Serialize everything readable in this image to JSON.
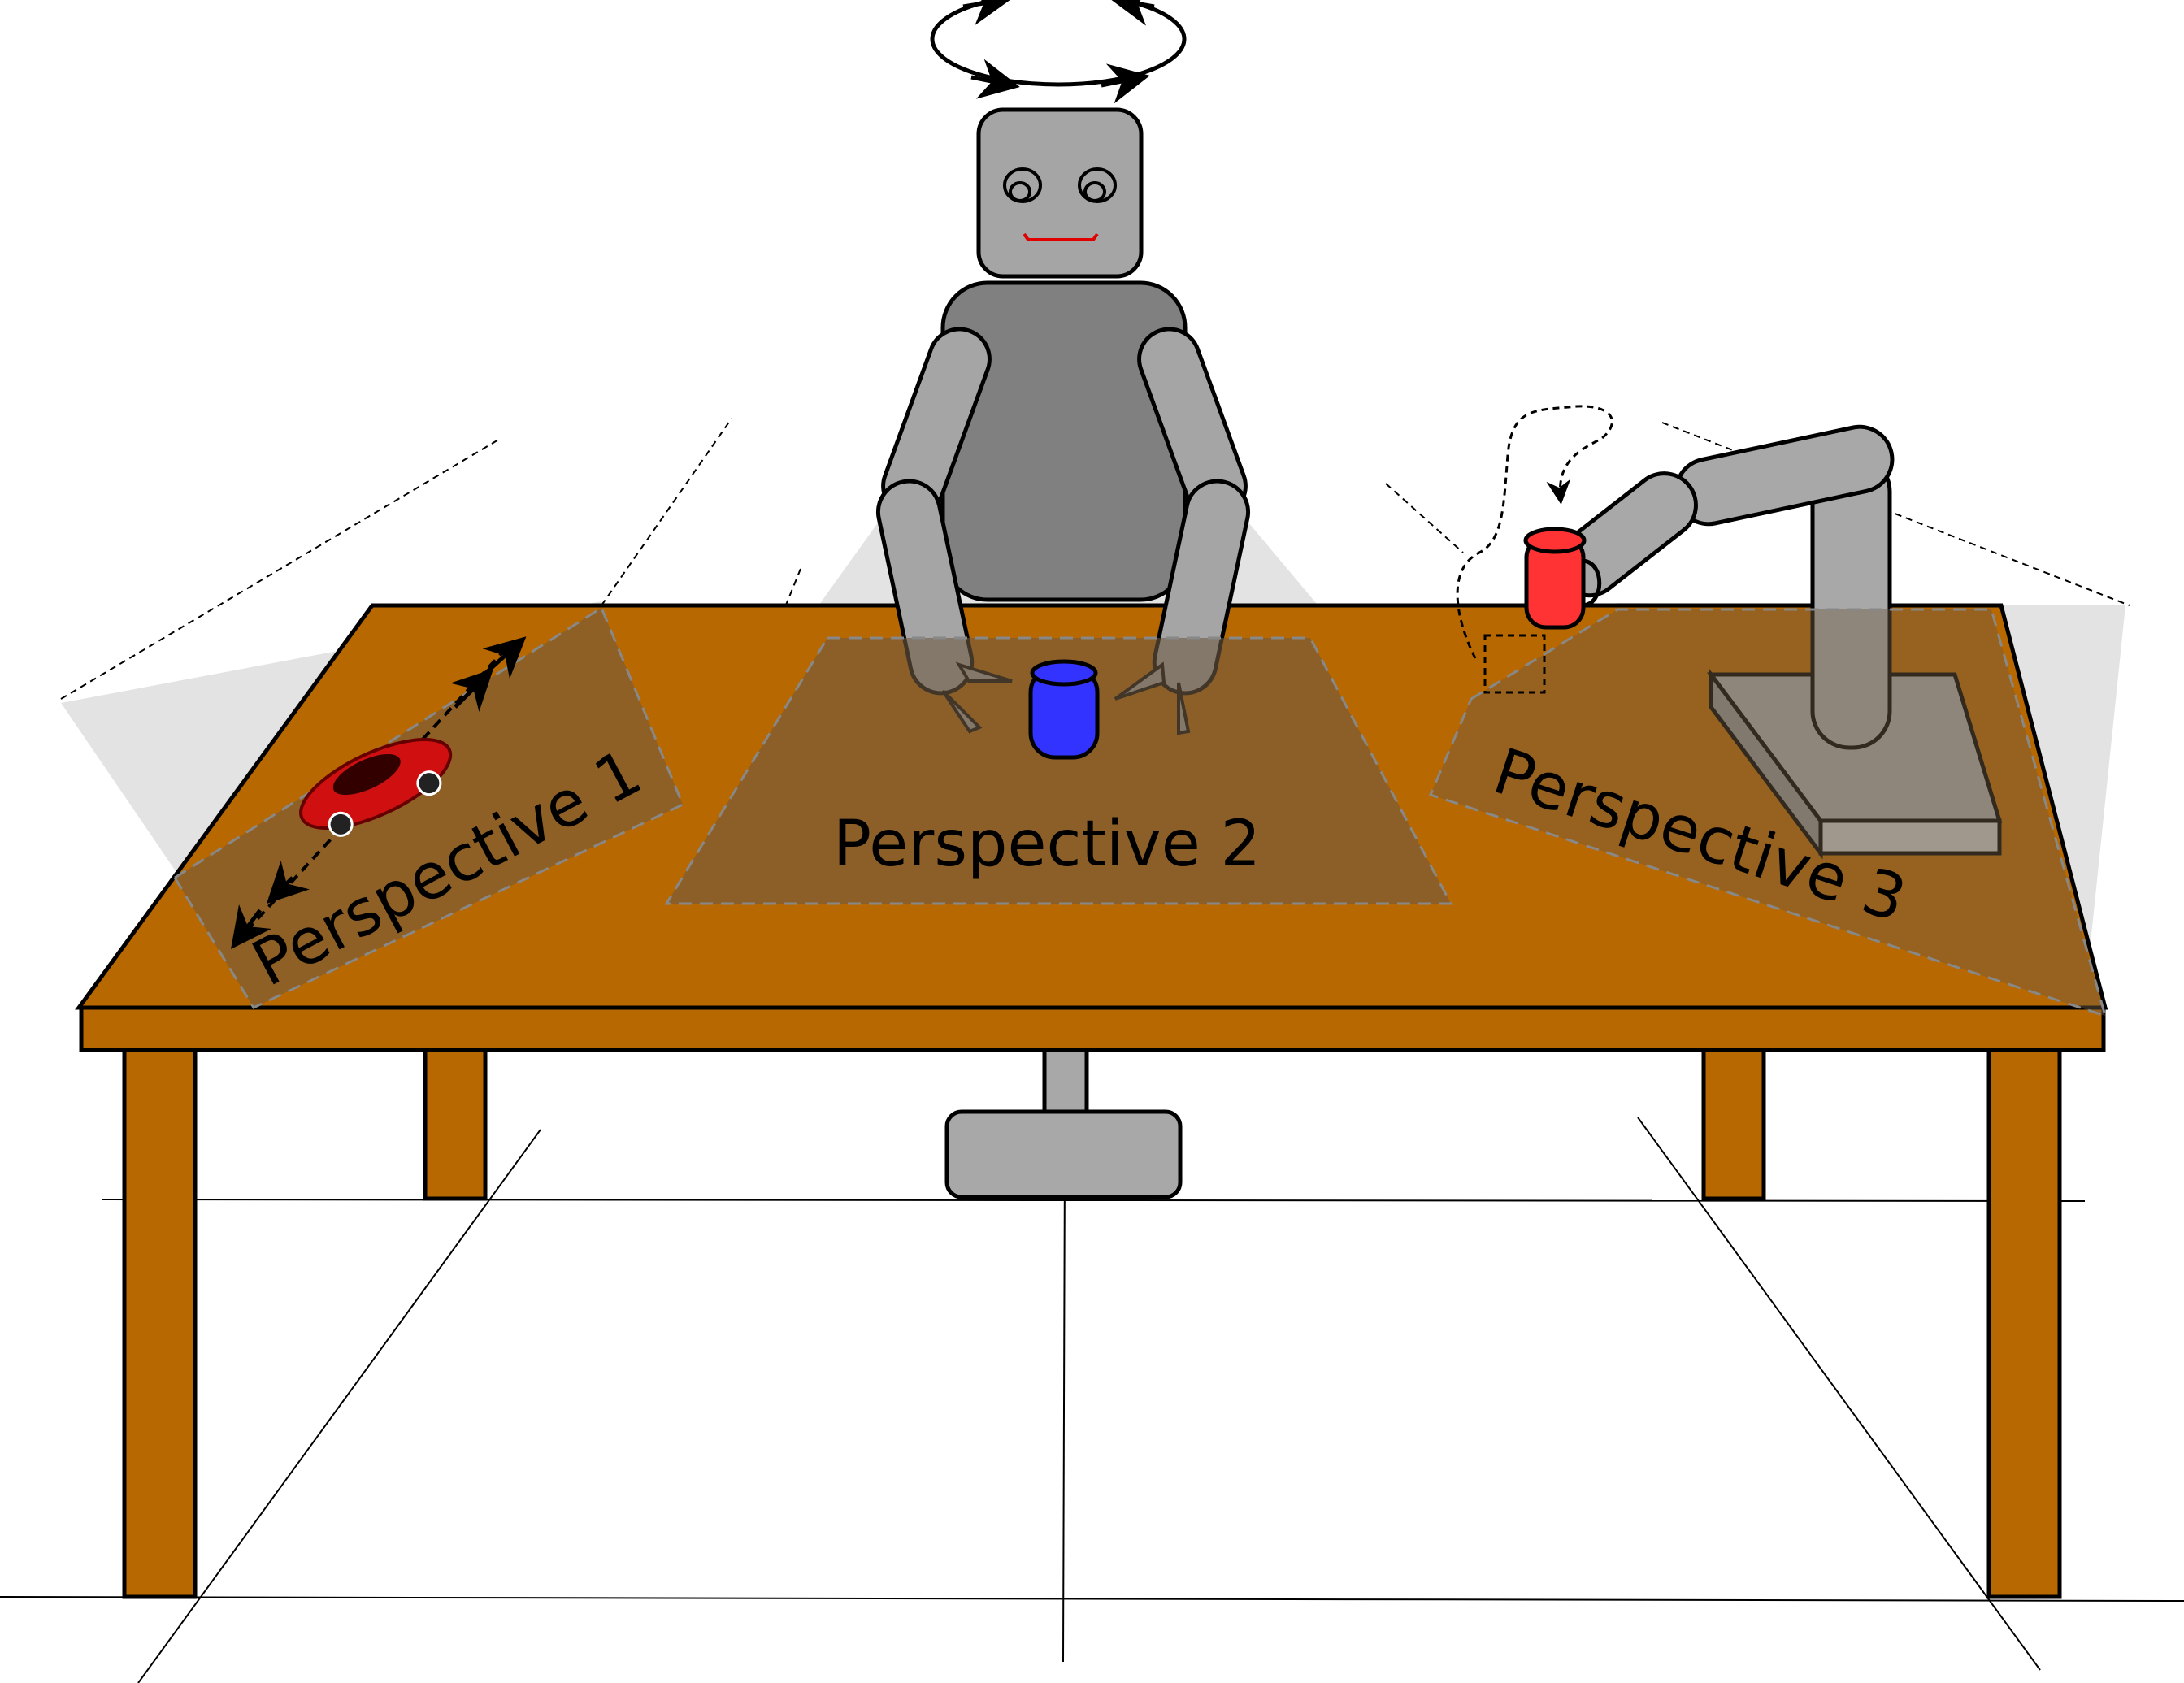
{
  "figure": {
    "perspectives": [
      {
        "id": 1,
        "label": "Perspective 1",
        "object": "toy-car"
      },
      {
        "id": 2,
        "label": "Perspective 2",
        "object": "blue-cup"
      },
      {
        "id": 3,
        "label": "Perspective 3",
        "object": "red-mug"
      }
    ]
  },
  "colors": {
    "table": "#B86800",
    "table_outline": "#000000",
    "robot_body": "#808080",
    "robot_head": "#A5A5A5",
    "arm": "#A8A8A8",
    "view_zone": "#6E5A44",
    "cone": "#CCCCCC",
    "blue_cup": "#3333FF",
    "red_mug": "#FF3333",
    "car": "#D01010",
    "mouth": "#E00000"
  }
}
